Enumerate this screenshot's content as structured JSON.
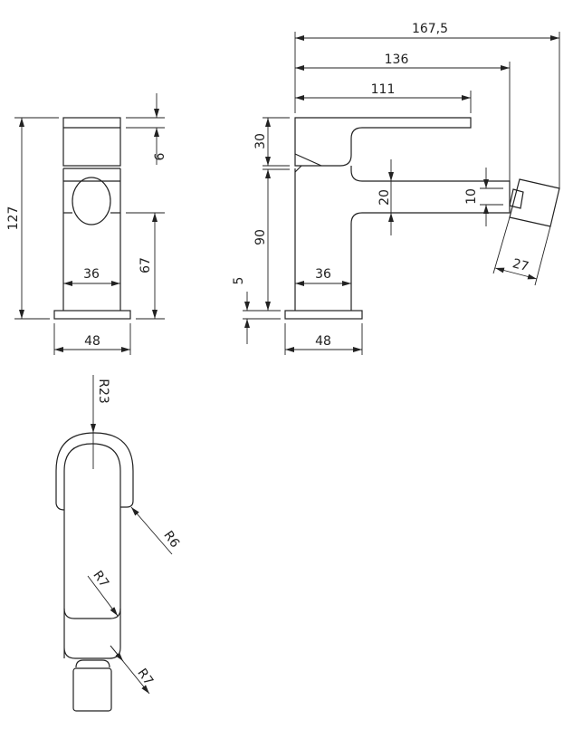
{
  "title": "Bidet mixer technical drawing",
  "front_view": {
    "height_total": "127",
    "cap": "6",
    "handle_height": "67",
    "body_width": "36",
    "base_width": "48"
  },
  "side_view": {
    "overall_length": "167,5",
    "spout_length": "136",
    "lever_length": "111",
    "lever_height": "30",
    "body_height": "90",
    "base_height": "5",
    "body_width": "36",
    "base_width": "48",
    "spout_height": "20",
    "outlet": "10",
    "aerator": "27"
  },
  "top_view": {
    "r_hood": "R23",
    "r_hood_corner": "R6",
    "r_body": "R7",
    "r_bottom": "R7"
  }
}
